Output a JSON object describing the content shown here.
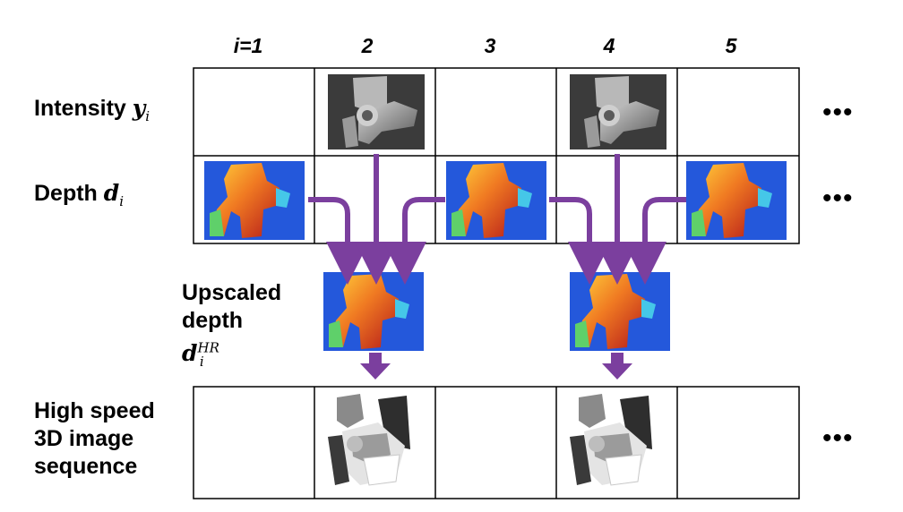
{
  "columns": [
    "i=1",
    "2",
    "3",
    "4",
    "5"
  ],
  "rows": {
    "intensity": {
      "label": "Intensity",
      "symbol": "y",
      "sub": "i"
    },
    "depth": {
      "label": "Depth",
      "symbol": "d",
      "sub": "i"
    },
    "upscaled": {
      "line1": "Upscaled",
      "line2": "depth",
      "symbol": "d",
      "sub": "i",
      "sup": "HR"
    },
    "highspeed": {
      "line1": "High speed",
      "line2": "3D image",
      "line3": "sequence"
    }
  },
  "ellipsis": "•••",
  "colors": {
    "arrow": "#7b3f9e",
    "depth_cold": "#1f4fd6",
    "depth_hot": "#d8301a"
  }
}
